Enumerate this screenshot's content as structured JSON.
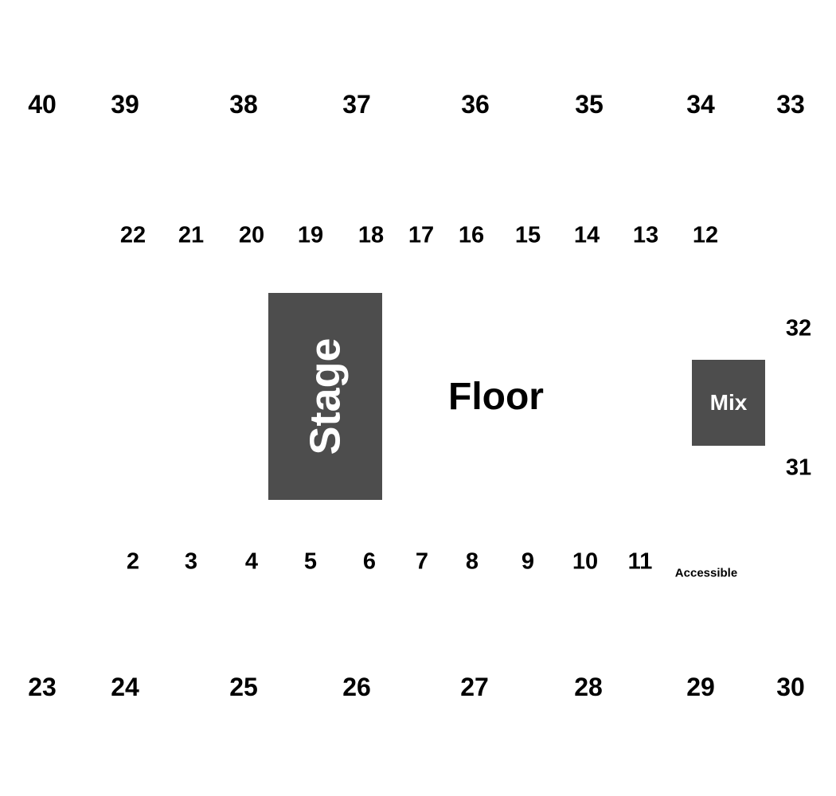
{
  "colors": {
    "block_fill": "#4d4d4d",
    "block_text": "#ffffff",
    "label_text": "#000000",
    "background": "#ffffff"
  },
  "sections": {
    "upper_top": [
      "40",
      "39",
      "38",
      "37",
      "36",
      "35",
      "34",
      "33"
    ],
    "lower_top": [
      "22",
      "21",
      "20",
      "19",
      "18",
      "17",
      "16",
      "15",
      "14",
      "13",
      "12"
    ],
    "lower_bottom": [
      "2",
      "3",
      "4",
      "5",
      "6",
      "7",
      "8",
      "9",
      "10",
      "11"
    ],
    "upper_bottom": [
      "23",
      "24",
      "25",
      "26",
      "27",
      "28",
      "29",
      "30"
    ],
    "side_right": [
      "32",
      "31"
    ]
  },
  "labels": {
    "stage": "Stage",
    "floor": "Floor",
    "mix": "Mix",
    "accessible": "Accessible"
  }
}
